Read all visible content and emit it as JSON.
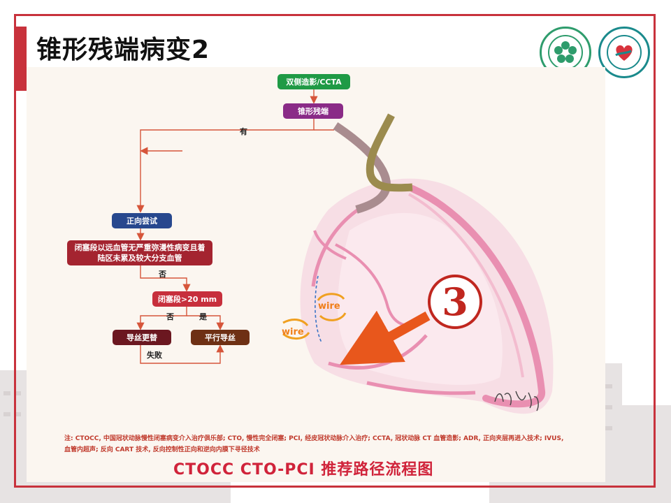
{
  "slide": {
    "title": "锥形残端病变2"
  },
  "flowchart": {
    "node_start": "双侧造影/CCTA",
    "node_cone": "锥形残端",
    "label_yes": "有",
    "node_antegrade": "正向尝试",
    "node_condition": "闭塞段以远血管无严重弥漫性病变且着陆区未累及较大分支血管",
    "label_no_1": "否",
    "node_length": "闭塞段>20 mm",
    "label_no_2": "否",
    "label_yes_2": "是",
    "node_escalation": "导丝更替",
    "node_parallel": "平行导丝",
    "label_fail": "失败"
  },
  "illustration": {
    "step_number": "3",
    "wire_label_1": "wire",
    "wire_label_2": "wire"
  },
  "footnote": "注: CTOCC, 中国冠状动脉慢性闭塞病变介入治疗俱乐部; CTO, 慢性完全闭塞; PCI, 经皮冠状动脉介入治疗; CCTA, 冠状动脉 CT 血管造影; ADR, 正向夹层再进入技术; IVUS, 血管内超声; 反向 CART 技术, 反向控制性正向和逆向内膜下寻径技术",
  "caption": "CTOCC CTO-PCI 推荐路径流程图",
  "colors": {
    "frame_red": "#c8323c",
    "green_node": "#1f9a45",
    "purple_node": "#8a2b87",
    "blue_node": "#27488e",
    "red_node": "#a42430",
    "arrow_orange": "#e8571c",
    "vessel_pink": "#e98fb1"
  }
}
